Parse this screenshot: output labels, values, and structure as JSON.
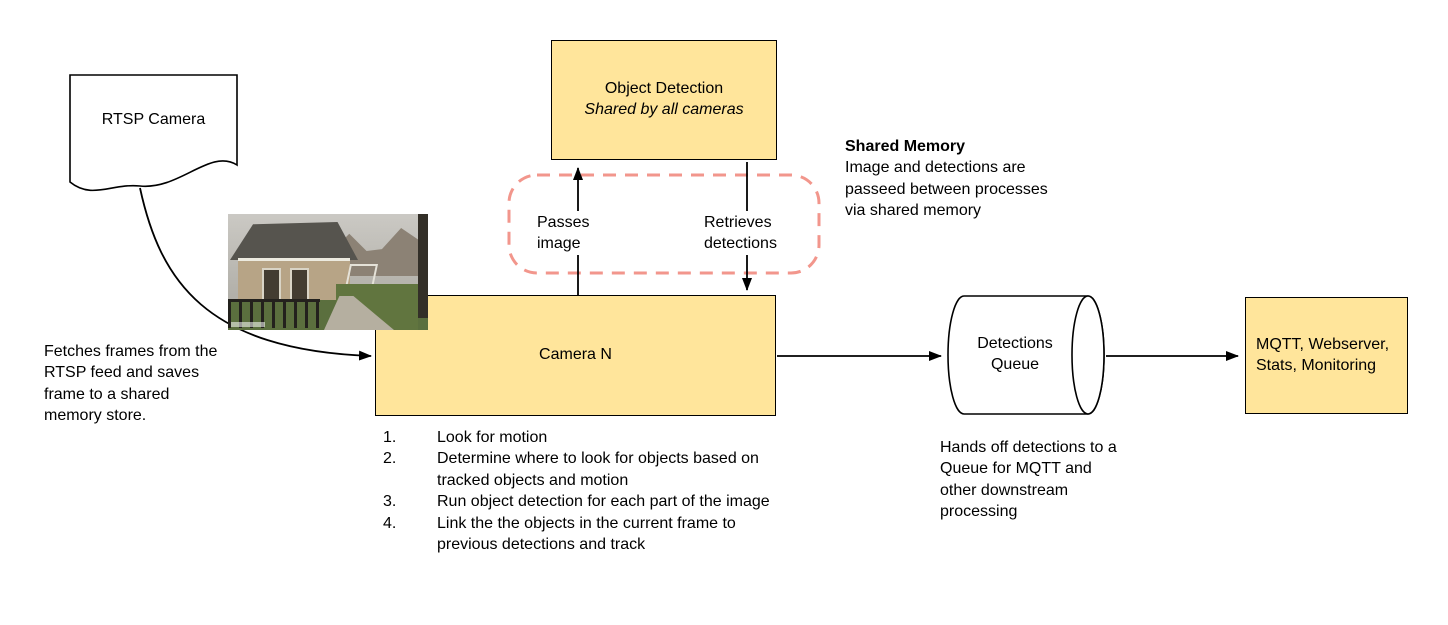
{
  "colors": {
    "box_fill": "#FFE59B",
    "box_border": "#000000",
    "dashed_accent": "#F2968C",
    "arrow": "#000000"
  },
  "nodes": {
    "rtsp": {
      "label": "RTSP Camera"
    },
    "object_detection": {
      "title": "Object Detection",
      "subtitle": "Shared by all cameras"
    },
    "camera_n": {
      "label": "Camera N"
    },
    "detections_queue": {
      "label": "Detections Queue"
    },
    "outputs": {
      "label": "MQTT, Webserver, Stats, Monitoring"
    }
  },
  "edge_labels": {
    "passes_image": "Passes\nimage",
    "retrieves_detections": "Retrieves\ndetections"
  },
  "notes": {
    "fetch_frames": "Fetches frames from the RTSP feed and saves frame to a shared memory store.",
    "shared_memory_title": "Shared Memory",
    "shared_memory_body": "Image and detections are passeed between processes via shared memory",
    "queue_handoff": "Hands off detections to a Queue for MQTT and other downstream processing"
  },
  "camera_steps": [
    "Look for motion",
    "Determine where to look for objects based on tracked objects and motion",
    "Run object detection for each part of the image",
    "Link the the objects in the current frame to previous detections and track"
  ]
}
